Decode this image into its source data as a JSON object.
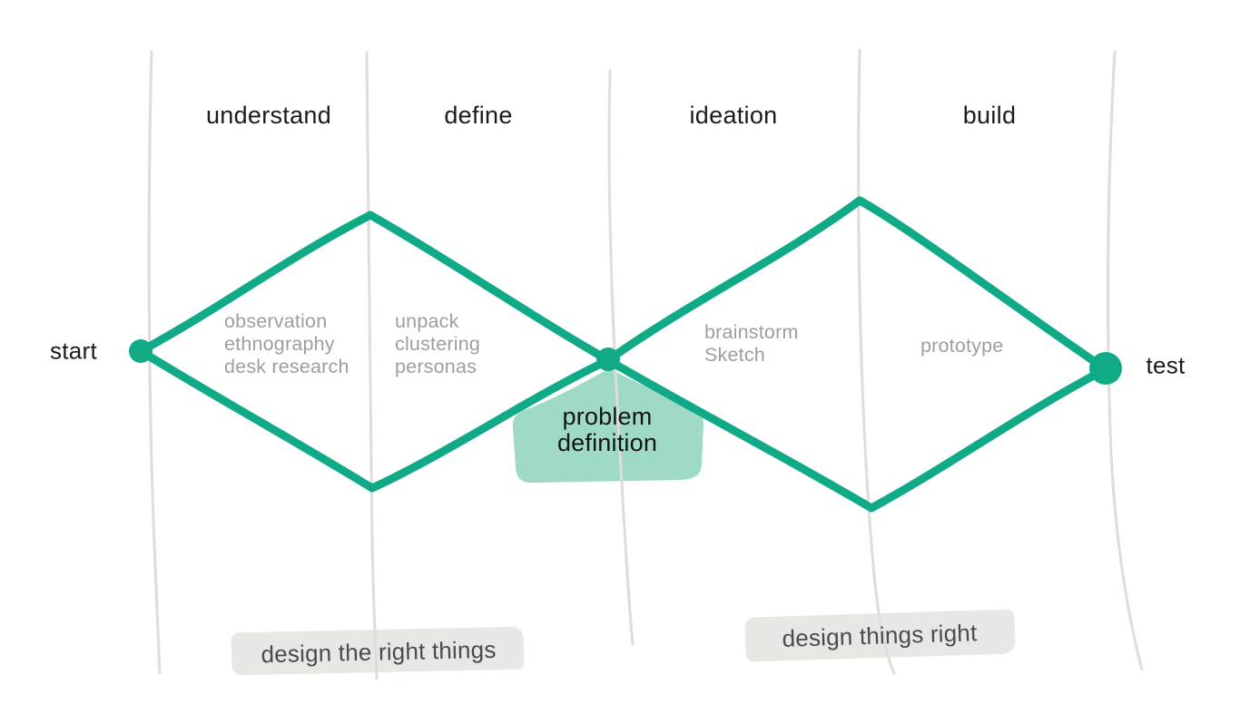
{
  "phases": [
    {
      "label": "understand",
      "methods": [
        "observation",
        "ethnography",
        "desk research"
      ]
    },
    {
      "label": "define",
      "methods": [
        "unpack",
        "clustering",
        "personas"
      ]
    },
    {
      "label": "ideation",
      "methods": [
        "brainstorm",
        "Sketch"
      ]
    },
    {
      "label": "build",
      "methods": [
        "prototype"
      ]
    }
  ],
  "endpoints": {
    "start": "start",
    "test": "test"
  },
  "milestone": {
    "line1": "problem",
    "line2": "definition"
  },
  "banners": {
    "left": "design the right things",
    "right": "design things right"
  },
  "colors": {
    "diamond_green": "#10ab86",
    "milestone_mint": "#9edac6",
    "banner_gray": "#e8e7e3",
    "method_gray": "#9e9e9e",
    "banner_text": "#464d4a",
    "label_black": "#1b1b1b",
    "divider_gray": "#deddda"
  }
}
